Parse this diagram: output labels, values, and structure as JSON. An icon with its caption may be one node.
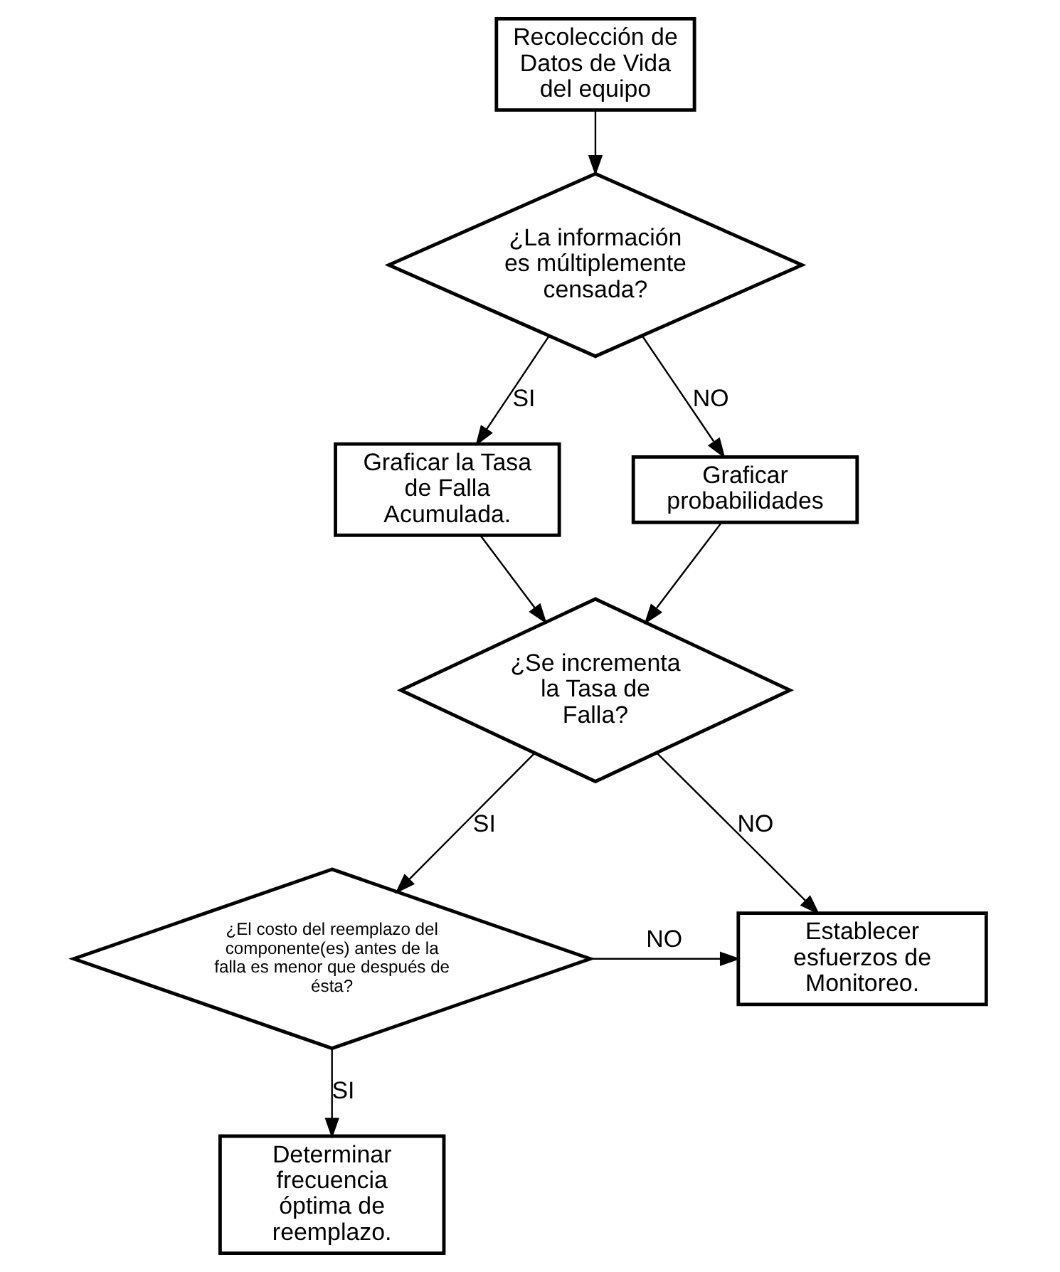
{
  "diagram": {
    "nodes": [
      {
        "text": [
          "Recolección de Datos de Vida del equipo"
        ]
      },
      {
        "text": [
          "¿La información es múltiplemente censada?"
        ]
      },
      {
        "text": [
          "Graficar la Tasa de Falla Acumulada."
        ]
      },
      {
        "text": [
          "Graficar probabilidades"
        ]
      },
      {
        "text": [
          "¿Se incrementa la Tasa de Falla?"
        ]
      },
      {
        "text": [
          "¿El costo del reemplazo del componente(es) antes de la falla es menor que después de ésta?"
        ]
      },
      {
        "text": [
          "Establecer esfuerzos de Monitoreo."
        ]
      },
      {
        "text": [
          "Determinar frecuencia óptima de reemplazo."
        ]
      }
    ],
    "edges": [
      {
        "from": 0,
        "to": 1,
        "arrow": "to"
      },
      {
        "from": 1,
        "to": 2,
        "arrow": "to",
        "label": "SI"
      },
      {
        "from": 1,
        "to": 3,
        "arrow": "to",
        "label": "NO"
      },
      {
        "from": 2,
        "to": 4,
        "arrow": "to"
      },
      {
        "from": 3,
        "to": 4,
        "arrow": "to"
      },
      {
        "from": 4,
        "to": 5,
        "arrow": "to",
        "label": "SI"
      },
      {
        "from": 4,
        "to": 6,
        "arrow": "to",
        "label": "NO"
      },
      {
        "from": 5,
        "to": 6,
        "arrow": "to",
        "label": "NO"
      },
      {
        "from": 5,
        "to": 7,
        "arrow": "to",
        "label": "SI"
      }
    ]
  }
}
